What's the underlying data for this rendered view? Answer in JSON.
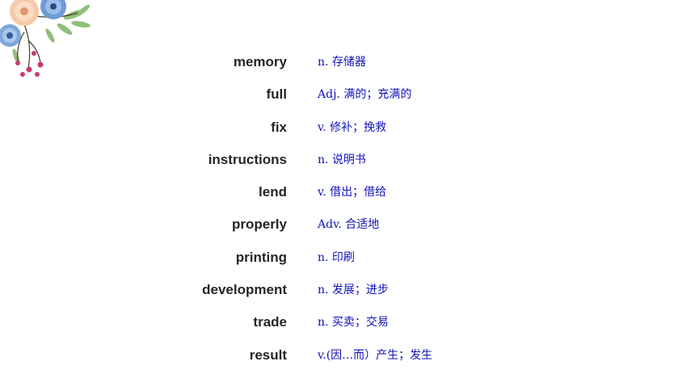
{
  "vocabulary": [
    {
      "word": "memory",
      "meaning": "n. 存储器"
    },
    {
      "word": "full",
      "meaning": "Adj. 满的；充满的"
    },
    {
      "word": "fix",
      "meaning": "v. 修补；挽救"
    },
    {
      "word": "instructions",
      "meaning": "n. 说明书"
    },
    {
      "word": "lend",
      "meaning": "v. 借出；借给"
    },
    {
      "word": "properly",
      "meaning": "Adv. 合适地"
    },
    {
      "word": "printing",
      "meaning": "n. 印刷"
    },
    {
      "word": "development",
      "meaning": "n. 发展；进步"
    },
    {
      "word": "trade",
      "meaning": "n. 买卖；交易"
    },
    {
      "word": "result",
      "meaning": "v.(因…而）产生；发生"
    }
  ],
  "colors": {
    "word": "#262626",
    "meaning": "#1111bb"
  }
}
